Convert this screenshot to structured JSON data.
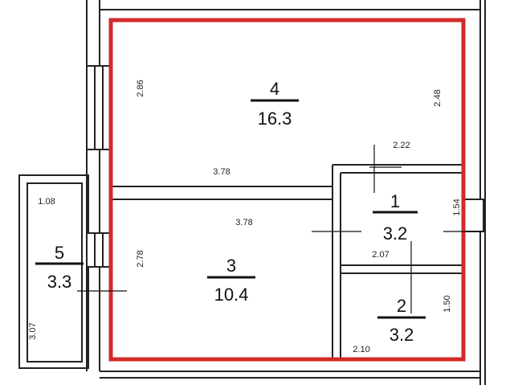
{
  "rooms": [
    {
      "number": "4",
      "area": "16.3"
    },
    {
      "number": "3",
      "area": "10.4"
    },
    {
      "number": "1",
      "area": "3.2"
    },
    {
      "number": "2",
      "area": "3.2"
    },
    {
      "number": "5",
      "area": "3.3"
    }
  ],
  "dimensions": {
    "r4_height": "2.86",
    "r4_height_right": "2.48",
    "r4_width": "3.78",
    "r3_width": "3.78",
    "r3_height": "2.78",
    "r1_width_top": "2.22",
    "r1_height": "1.54",
    "r1_width_bottom": "2.07",
    "r2_height": "1.50",
    "r2_width": "2.10",
    "r5_width": "1.08",
    "r5_height": "3.07"
  },
  "colors": {
    "highlight": "#d42a2a",
    "wall": "#222222"
  }
}
